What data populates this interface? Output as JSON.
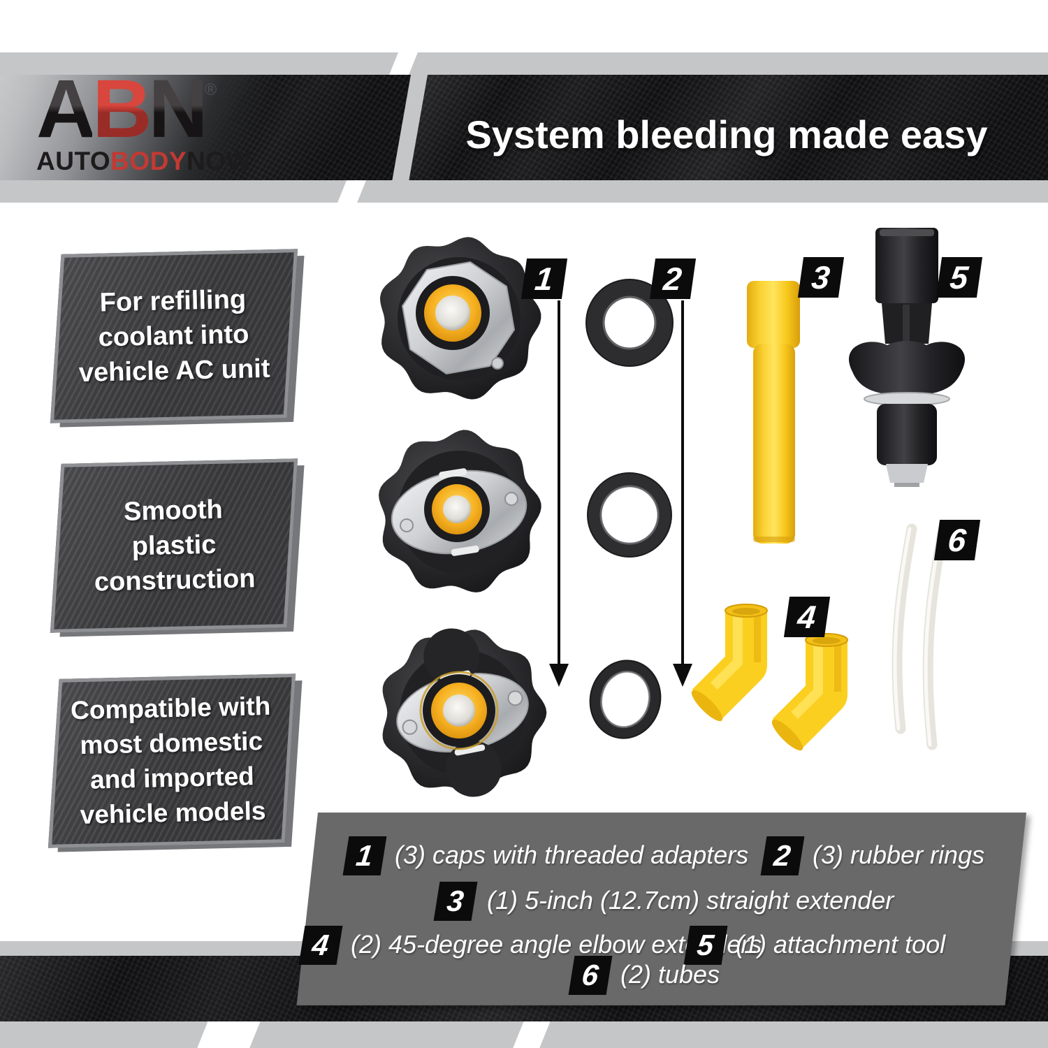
{
  "header": {
    "logo": {
      "abn_a": "A",
      "abn_b": "B",
      "abn_n": "N",
      "registered": "®",
      "word_auto": "AUTO",
      "word_body": "BODY",
      "word_now": "NOW"
    },
    "title": "System bleeding made easy"
  },
  "features": [
    {
      "lines": [
        "For refilling",
        "coolant into",
        "vehicle AC unit"
      ]
    },
    {
      "lines": [
        "Smooth",
        "plastic",
        "construction"
      ]
    },
    {
      "lines": [
        "Compatible with",
        "most domestic",
        "and imported",
        "vehicle models"
      ]
    }
  ],
  "legend": {
    "items": [
      {
        "num": "1",
        "text": "(3) caps with threaded adapters"
      },
      {
        "num": "2",
        "text": "(3) rubber rings"
      },
      {
        "num": "3",
        "text": "(1) 5-inch (12.7cm) straight extender"
      },
      {
        "num": "4",
        "text": "(2) 45-degree angle elbow extenders"
      },
      {
        "num": "5",
        "text": "(1) attachment tool"
      },
      {
        "num": "6",
        "text": "(2) tubes"
      }
    ]
  },
  "colors": {
    "brand_red": "#c23a33",
    "part_yellow": "#fbd021",
    "band_gray": "#c5c6c8",
    "legend_gray": "#696969",
    "carbon_black": "#101012",
    "feature_box_gray": "#3d3d40",
    "badge_black": "#0b0b0c"
  }
}
